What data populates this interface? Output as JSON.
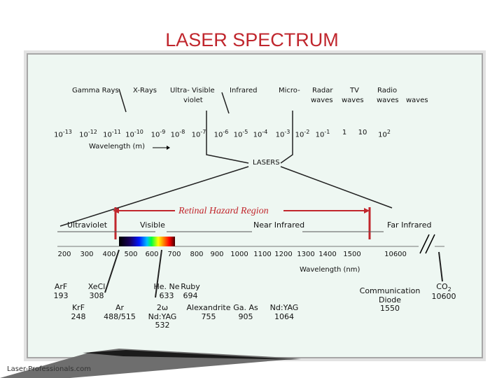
{
  "title": "LASER SPECTRUM",
  "bands_top": [
    "Gamma Rays",
    "X-Rays",
    "Ultra- Visible",
    "violet",
    "Infrared",
    "Micro-",
    "Radar",
    "waves",
    "TV",
    "waves",
    "Radio",
    "waves",
    "waves"
  ],
  "wavelength_ticks": [
    {
      "m": "10",
      "e": "-13"
    },
    {
      "m": "10",
      "e": "-12"
    },
    {
      "m": "10",
      "e": "-11"
    },
    {
      "m": "10",
      "e": "-10"
    },
    {
      "m": "10",
      "e": "-9"
    },
    {
      "m": "10",
      "e": "-8"
    },
    {
      "m": "10",
      "e": "-7"
    },
    {
      "m": "10",
      "e": "-6"
    },
    {
      "m": "10",
      "e": "-5"
    },
    {
      "m": "10",
      "e": "-4"
    },
    {
      "m": "10",
      "e": "-3"
    },
    {
      "m": "10",
      "e": "-2"
    },
    {
      "m": "10",
      "e": "-1"
    },
    {
      "m": "1",
      "e": ""
    },
    {
      "m": "10",
      "e": ""
    },
    {
      "m": "10",
      "e": "2"
    }
  ],
  "wavelength_m_label": "Wavelength (m)",
  "lasers_label": "LASERS",
  "retinal_label": "Retinal Hazard Region",
  "regions": {
    "uv": "Ultraviolet",
    "visible": "Visible",
    "near_ir": "Near Infrared",
    "far_ir": "Far Infrared"
  },
  "nm_ticks": [
    "200",
    "300",
    "400",
    "500",
    "600",
    "700",
    "800",
    "900",
    "1000",
    "1100",
    "1200",
    "1300",
    "1400",
    "1500",
    "10600"
  ],
  "wavelength_nm_label": "Wavelength (nm)",
  "lasers": {
    "arf": [
      "ArF",
      "193"
    ],
    "xecl": [
      "XeCl",
      "308"
    ],
    "krf": [
      "KrF",
      "248"
    ],
    "ar": [
      "Ar",
      "488/515"
    ],
    "hene": [
      "He. Ne",
      "633"
    ],
    "ruby": [
      "Ruby",
      "694"
    ],
    "alex": [
      "Alexandrite",
      "755"
    ],
    "nd532": [
      "2ω",
      "Nd:YAG",
      "532"
    ],
    "gaas": [
      "Ga. As",
      "905"
    ],
    "ndyag": [
      "Nd:YAG",
      "1064"
    ],
    "diode": [
      "Communication",
      "Diode",
      "1550"
    ],
    "co2": [
      "CO",
      "2",
      "10600"
    ]
  },
  "footer": "Laser-Professionals.com",
  "colors": {
    "title": "#c0262d",
    "panel": "#eef7f2",
    "hazard": "#c1272d"
  }
}
